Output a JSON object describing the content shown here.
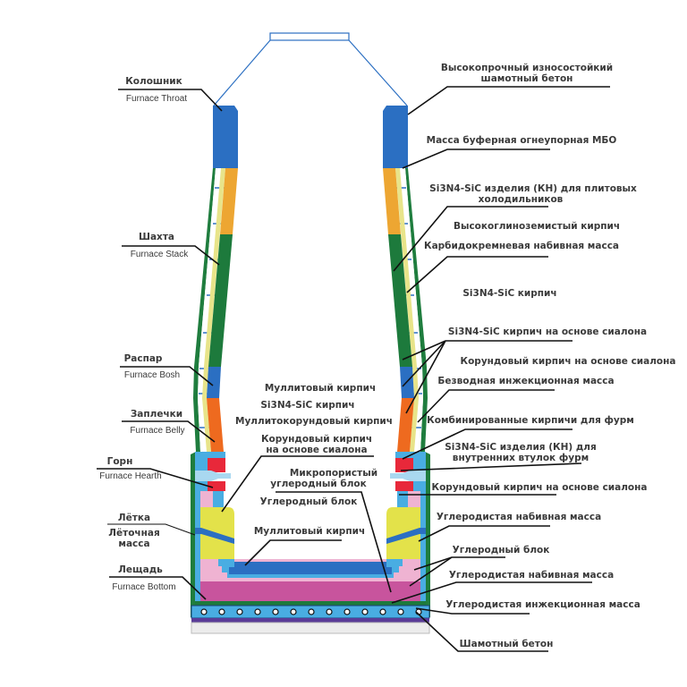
{
  "colors": {
    "blue": "#2b6fc2",
    "light_blue": "#49ade2",
    "orange": "#eda632",
    "dark_green": "#1d7a3c",
    "red_orange": "#ee6a1f",
    "yellow": "#e3e24a",
    "pale_yellow": "#e8e48a",
    "red": "#e8283a",
    "pink": "#efb3d2",
    "magenta": "#c8549d",
    "purple": "#5a3c97",
    "grey": "#e6e6e6",
    "shell_green": "#1f7d3e"
  },
  "left_labels": {
    "throat_ru": "Колошник",
    "throat_en": "Furnace Throat",
    "stack_ru": "Шахта",
    "stack_en": "Furnace Stack",
    "bosh_ru": "Распар",
    "bosh_en": "Furnace Bosh",
    "belly_ru": "Заплечки",
    "belly_en": "Furnace Belly",
    "hearth_ru": "Горн",
    "hearth_en": "Furnace Hearth",
    "taphole_ru": "Лётка",
    "taphole_mass_1": "Лёточная",
    "taphole_mass_2": "масса",
    "bottom_ru": "Лещадь",
    "bottom_en": "Furnace Bottom"
  },
  "right_labels": {
    "concrete_1": "Высокопрочный износостойкий",
    "concrete_2": "шамотный бетон",
    "mbo": "Масса буферная огнеупорная МБО",
    "kn_plate_1": "Si3N4-SiC изделия (КН) для плитовых",
    "kn_plate_2": "холодильников",
    "high_alumina": "Высокоглиноземистый кирпич",
    "sic_ramming": "Карбидокремневая набивная масса",
    "si3n4_brick": "Si3N4-SiC кирпич",
    "sialon_si3n4": "Si3N4-SiC кирпич на основе сиалона",
    "sialon_corundum": "Корундовый кирпич на основе сиалона",
    "anhydrous": "Безводная инжекционная масса",
    "tuyere_combined": "Комбинированные кирпичи для фурм",
    "kn_tuyere_1": "Si3N4-SiC изделия (КН) для",
    "kn_tuyere_2": "внутренних втулок фурм",
    "sialon_corundum_2": "Корундовый кирпич на основе сиалона",
    "carbon_ramming": "Углеродистая набивная масса",
    "carbon_block": "Углеродный блок",
    "carbon_ramming_2": "Углеродистая набивная масса",
    "carbon_injection": "Углеродистая инжекционная масса",
    "fireclay_concrete": "Шамотный бетон"
  },
  "center_labels": {
    "mullite": "Муллитовый кирпич",
    "si3n4": "Si3N4-SiC кирпич",
    "mullite_corundum": "Муллитокорундовый кирпич",
    "corundum_1": "Корундовый кирпич",
    "corundum_2": "на основе сиалона",
    "microporous_1": "Микропористый",
    "microporous_2": "углеродный блок",
    "carbon_block": "Углеродный блок",
    "mullite_bottom": "Муллитовый кирпич"
  }
}
